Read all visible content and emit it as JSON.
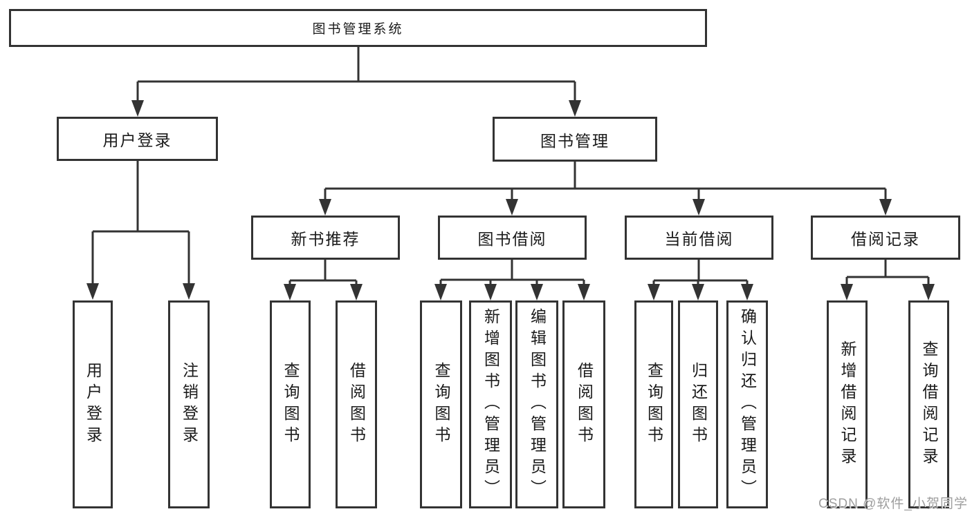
{
  "tree": {
    "root": {
      "label": "图书管理系统"
    },
    "level2": [
      {
        "label": "用户登录"
      },
      {
        "label": "图书管理"
      }
    ],
    "level3": [
      {
        "label": "新书推荐"
      },
      {
        "label": "图书借阅"
      },
      {
        "label": "当前借阅"
      },
      {
        "label": "借阅记录"
      }
    ],
    "leaves": {
      "user_login": [
        {
          "label": "用户登录"
        },
        {
          "label": "注销登录"
        }
      ],
      "new_book_recommend": [
        {
          "label": "查询图书"
        },
        {
          "label": "借阅图书"
        }
      ],
      "book_borrow": [
        {
          "label": "查询图书"
        },
        {
          "label": "新增图书（管理员）"
        },
        {
          "label": "编辑图书（管理员）"
        },
        {
          "label": "借阅图书"
        }
      ],
      "current_borrow": [
        {
          "label": "查询图书"
        },
        {
          "label": "归还图书"
        },
        {
          "label": "确认归还（管理员）"
        }
      ],
      "borrow_record": [
        {
          "label": "新增借阅记录"
        },
        {
          "label": "查询借阅记录"
        }
      ]
    }
  },
  "watermark": {
    "text": "CSDN @软件_小贺同学"
  },
  "colors": {
    "line": "#333333",
    "box_border": "#333333",
    "text": "#1a1a1a",
    "watermark": "#9e9e9e",
    "background": "#ffffff"
  }
}
